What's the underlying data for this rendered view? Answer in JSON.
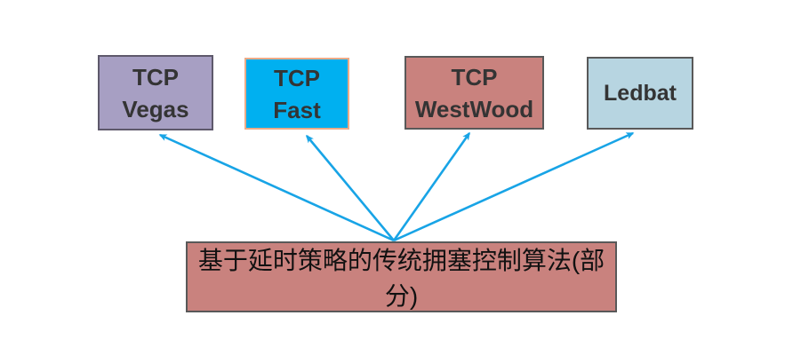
{
  "diagram": {
    "title": "delay-based traditional congestion control algorithms diagram",
    "background_color": "#ffffff",
    "arrow_color": "#18a4e6",
    "text_color": "#343434",
    "nodes": [
      {
        "id": "tcp-vegas",
        "line1": "TCP",
        "line2": "Vegas",
        "fill": "#a79fc3",
        "border": "#5e596b"
      },
      {
        "id": "tcp-fast",
        "line1": "TCP",
        "line2": "Fast",
        "fill": "#00b0f0",
        "border": "#ecab87"
      },
      {
        "id": "tcp-westwood",
        "line1": "TCP",
        "line2": "WestWood",
        "fill": "#c9827e",
        "border": "#595959"
      },
      {
        "id": "ledbat",
        "line1": "Ledbat",
        "line2": "",
        "fill": "#b7d5e1",
        "border": "#595959"
      }
    ],
    "root": {
      "id": "root",
      "label": "基于延时策略的传统拥塞控制算法(部分)",
      "fill": "#c9827e",
      "border": "#595959"
    }
  }
}
